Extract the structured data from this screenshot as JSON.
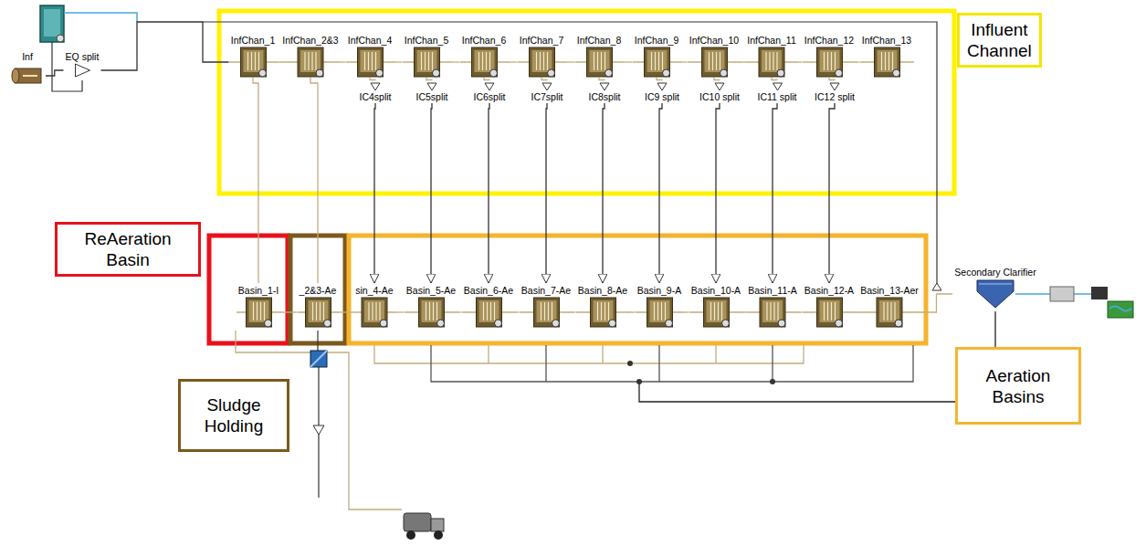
{
  "diagram": {
    "nodes": [
      {
        "text": [
          "Inf"
        ]
      },
      {
        "text": [
          "EQ split"
        ]
      },
      {
        "text": [
          "InfChan_1"
        ]
      },
      {
        "text": [
          "InfChan_2&3"
        ]
      },
      {
        "text": [
          "InfChan_4"
        ]
      },
      {
        "text": [
          "InfChan_5"
        ]
      },
      {
        "text": [
          "InfChan_6"
        ]
      },
      {
        "text": [
          "InfChan_7"
        ]
      },
      {
        "text": [
          "InfChan_8"
        ]
      },
      {
        "text": [
          "InfChan_9"
        ]
      },
      {
        "text": [
          "InfChan_10"
        ]
      },
      {
        "text": [
          "InfChan_11"
        ]
      },
      {
        "text": [
          "InfChan_12"
        ]
      },
      {
        "text": [
          "InfChan_13"
        ]
      },
      {
        "text": [
          "IC4split"
        ]
      },
      {
        "text": [
          "IC5split"
        ]
      },
      {
        "text": [
          "IC6split"
        ]
      },
      {
        "text": [
          "IC7split"
        ]
      },
      {
        "text": [
          "IC8split"
        ]
      },
      {
        "text": [
          "IC9 split"
        ]
      },
      {
        "text": [
          "IC10 split"
        ]
      },
      {
        "text": [
          "IC11 split"
        ]
      },
      {
        "text": [
          "IC12 split"
        ]
      },
      {
        "text": [
          "Basin_1-I"
        ]
      },
      {
        "text": [
          "_2&3-Ae"
        ]
      },
      {
        "text": [
          "sin_4-Ae"
        ]
      },
      {
        "text": [
          "Basin_5-Ae"
        ]
      },
      {
        "text": [
          "Basin_6-Ae"
        ]
      },
      {
        "text": [
          "Basin_7-Ae"
        ]
      },
      {
        "text": [
          "Basin_8-Ae"
        ]
      },
      {
        "text": [
          "Basin_9-A"
        ]
      },
      {
        "text": [
          "Basin_10-A"
        ]
      },
      {
        "text": [
          "Basin_11-A"
        ]
      },
      {
        "text": [
          "Basin_12-A"
        ]
      },
      {
        "text": [
          "Basin_13-Aer"
        ]
      },
      {
        "text": [
          "Secondary Clarifier"
        ]
      },
      {
        "text": [
          "Influent Channel"
        ]
      },
      {
        "text": [
          "ReAeration Basin"
        ]
      },
      {
        "text": [
          "Sludge Holding"
        ]
      },
      {
        "text": [
          "Aeration Basins"
        ]
      }
    ],
    "edges": [
      {
        "from": 0,
        "to": 1,
        "arrow": "none"
      },
      {
        "from": 1,
        "to": 2,
        "arrow": "none"
      },
      {
        "from": 2,
        "to": 3,
        "arrow": "none"
      },
      {
        "from": 3,
        "to": 4,
        "arrow": "none"
      },
      {
        "from": 4,
        "to": 5,
        "arrow": "none"
      },
      {
        "from": 5,
        "to": 6,
        "arrow": "none"
      },
      {
        "from": 6,
        "to": 7,
        "arrow": "none"
      },
      {
        "from": 7,
        "to": 8,
        "arrow": "none"
      },
      {
        "from": 8,
        "to": 9,
        "arrow": "none"
      },
      {
        "from": 9,
        "to": 10,
        "arrow": "none"
      },
      {
        "from": 10,
        "to": 11,
        "arrow": "none"
      },
      {
        "from": 11,
        "to": 12,
        "arrow": "none"
      },
      {
        "from": 12,
        "to": 13,
        "arrow": "none"
      },
      {
        "from": 2,
        "to": 23,
        "arrow": "none"
      },
      {
        "from": 3,
        "to": 24,
        "arrow": "none"
      },
      {
        "from": 4,
        "to": 14,
        "arrow": "none"
      },
      {
        "from": 5,
        "to": 15,
        "arrow": "none"
      },
      {
        "from": 6,
        "to": 16,
        "arrow": "none"
      },
      {
        "from": 7,
        "to": 17,
        "arrow": "none"
      },
      {
        "from": 8,
        "to": 18,
        "arrow": "none"
      },
      {
        "from": 9,
        "to": 19,
        "arrow": "none"
      },
      {
        "from": 10,
        "to": 20,
        "arrow": "none"
      },
      {
        "from": 11,
        "to": 21,
        "arrow": "none"
      },
      {
        "from": 12,
        "to": 22,
        "arrow": "none"
      },
      {
        "from": 14,
        "to": 25,
        "arrow": "to"
      },
      {
        "from": 15,
        "to": 26,
        "arrow": "to"
      },
      {
        "from": 16,
        "to": 27,
        "arrow": "to"
      },
      {
        "from": 17,
        "to": 28,
        "arrow": "to"
      },
      {
        "from": 18,
        "to": 29,
        "arrow": "to"
      },
      {
        "from": 19,
        "to": 30,
        "arrow": "to"
      },
      {
        "from": 20,
        "to": 31,
        "arrow": "to"
      },
      {
        "from": 21,
        "to": 32,
        "arrow": "to"
      },
      {
        "from": 22,
        "to": 33,
        "arrow": "to"
      },
      {
        "from": 23,
        "to": 24,
        "arrow": "none"
      },
      {
        "from": 24,
        "to": 25,
        "arrow": "none"
      },
      {
        "from": 25,
        "to": 26,
        "arrow": "none"
      },
      {
        "from": 26,
        "to": 27,
        "arrow": "none"
      },
      {
        "from": 27,
        "to": 28,
        "arrow": "none"
      },
      {
        "from": 28,
        "to": 29,
        "arrow": "none"
      },
      {
        "from": 29,
        "to": 30,
        "arrow": "none"
      },
      {
        "from": 30,
        "to": 31,
        "arrow": "none"
      },
      {
        "from": 31,
        "to": 32,
        "arrow": "none"
      },
      {
        "from": 32,
        "to": 33,
        "arrow": "none"
      },
      {
        "from": 33,
        "to": 34,
        "arrow": "none"
      },
      {
        "from": 34,
        "to": 35,
        "arrow": "none"
      }
    ]
  }
}
